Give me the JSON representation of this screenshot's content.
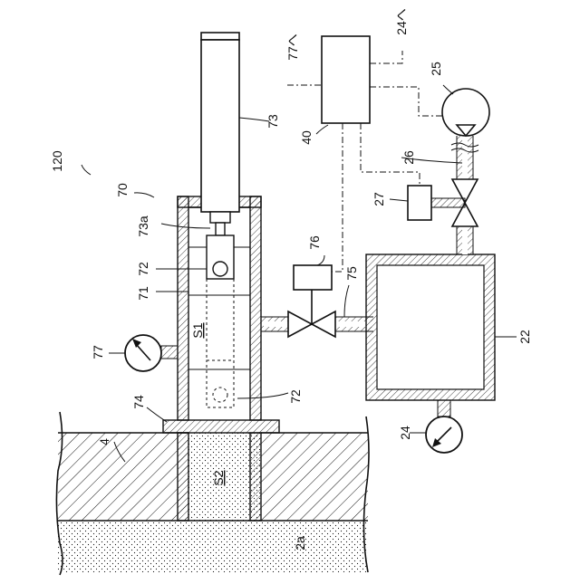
{
  "labels": {
    "l120": "120",
    "l70": "70",
    "l73": "73",
    "l73a": "73a",
    "l72a": "72",
    "l71": "71",
    "l72b": "72",
    "lS1": "S1",
    "lS2": "S2",
    "l74": "74",
    "l77": "77",
    "l77to": "77へ",
    "l24to": "24へ",
    "l40": "40",
    "l25": "25",
    "l26": "26",
    "l27": "27",
    "l76": "76",
    "l75": "75",
    "l22": "22",
    "l24": "24",
    "l4": "4",
    "l2a": "2a"
  }
}
